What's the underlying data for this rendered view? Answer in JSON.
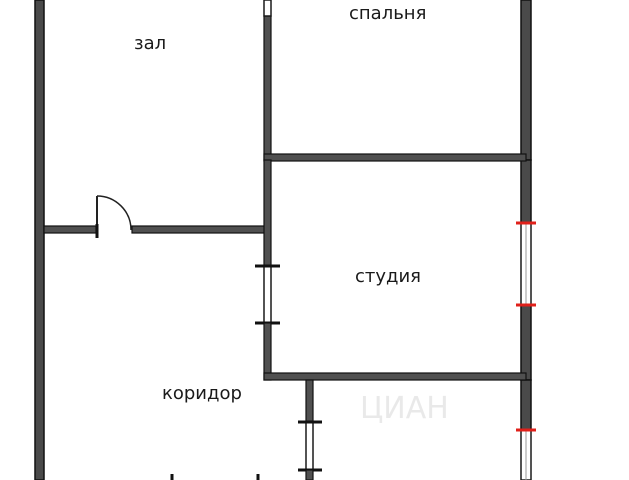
{
  "rooms": {
    "hall": "зал",
    "bedroom": "спальня",
    "studio": "студия",
    "corridor": "коридор"
  },
  "watermark": "ЦИАН",
  "colors": {
    "wall": "#4a4a4a",
    "wall_outline": "#111111",
    "window_mark": "#e0201a",
    "background": "#ffffff"
  }
}
